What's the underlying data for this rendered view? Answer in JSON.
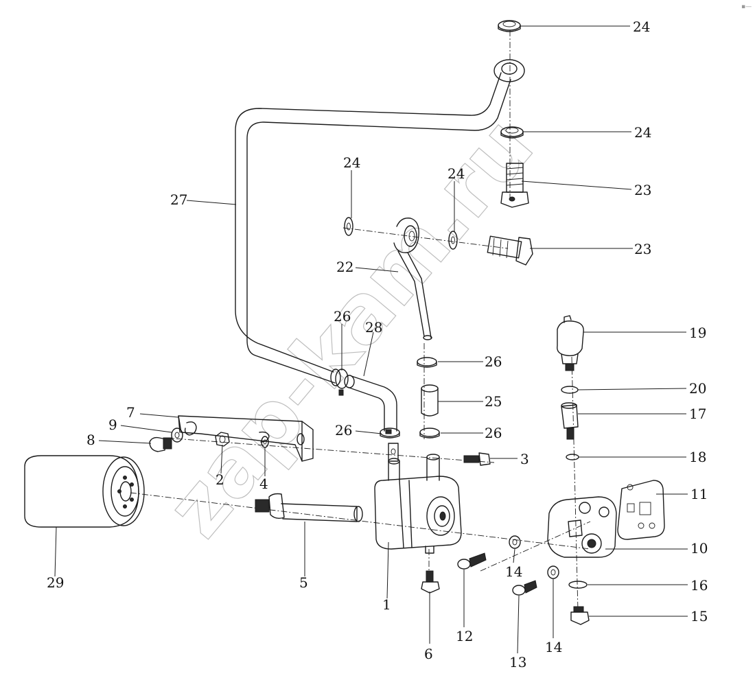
{
  "watermark": "zap-kam.ru",
  "corner_mark": "▪—",
  "labels": [
    {
      "id": "1",
      "text": "1"
    },
    {
      "id": "2",
      "text": "2"
    },
    {
      "id": "3",
      "text": "3"
    },
    {
      "id": "4",
      "text": "4"
    },
    {
      "id": "5",
      "text": "5"
    },
    {
      "id": "6",
      "text": "6"
    },
    {
      "id": "7",
      "text": "7"
    },
    {
      "id": "8",
      "text": "8"
    },
    {
      "id": "9",
      "text": "9"
    },
    {
      "id": "10",
      "text": "10"
    },
    {
      "id": "11",
      "text": "11"
    },
    {
      "id": "12",
      "text": "12"
    },
    {
      "id": "13",
      "text": "13"
    },
    {
      "id": "14a",
      "text": "14"
    },
    {
      "id": "14b",
      "text": "14"
    },
    {
      "id": "15",
      "text": "15"
    },
    {
      "id": "16",
      "text": "16"
    },
    {
      "id": "17",
      "text": "17"
    },
    {
      "id": "18",
      "text": "18"
    },
    {
      "id": "19",
      "text": "19"
    },
    {
      "id": "20",
      "text": "20"
    },
    {
      "id": "22",
      "text": "22"
    },
    {
      "id": "23a",
      "text": "23"
    },
    {
      "id": "23b",
      "text": "23"
    },
    {
      "id": "24a",
      "text": "24"
    },
    {
      "id": "24b",
      "text": "24"
    },
    {
      "id": "24c",
      "text": "24"
    },
    {
      "id": "24d",
      "text": "24"
    },
    {
      "id": "25",
      "text": "25"
    },
    {
      "id": "26a",
      "text": "26"
    },
    {
      "id": "26b",
      "text": "26"
    },
    {
      "id": "26c",
      "text": "26"
    },
    {
      "id": "26d",
      "text": "26"
    },
    {
      "id": "27",
      "text": "27"
    },
    {
      "id": "28",
      "text": "28"
    },
    {
      "id": "29",
      "text": "29"
    }
  ]
}
